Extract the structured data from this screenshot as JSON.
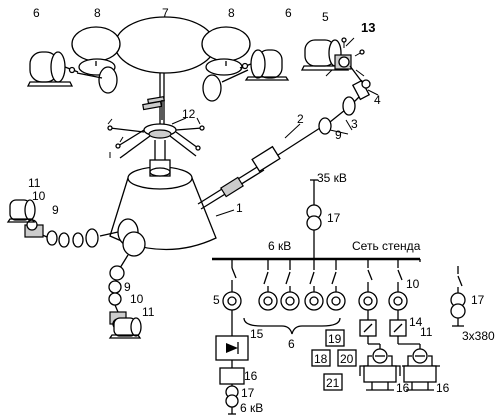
{
  "labels": {
    "num_1": "1",
    "num_2": "2",
    "num_3": "3",
    "num_4": "4",
    "num_5_motor": "5",
    "num_6_left": "6",
    "num_6_right": "6",
    "num_7": "7",
    "num_8_left": "8",
    "num_8_right": "8",
    "num_9_upper": "9",
    "num_9_left": "9",
    "num_9_lower": "9",
    "num_10_left": "10",
    "num_10_lower": "10",
    "num_11_left": "11",
    "num_11_lower": "11",
    "num_12": "12",
    "num_13": "13"
  },
  "electrical": {
    "v35": "35 кВ",
    "v6_top": "6 кВ",
    "network": "Сеть стенда",
    "v6_bottom": "6 кВ",
    "v3x380": "3x380",
    "n17_top": "17",
    "n17_right": "17",
    "n17_bottom": "17",
    "n5": "5",
    "n6": "6",
    "n10": "10",
    "n11": "11",
    "n14": "14",
    "n15": "15",
    "n16_left": "16",
    "n16_mid": "16",
    "n16_right": "16",
    "n18": "18",
    "n19": "19",
    "n20": "20",
    "n21": "21"
  }
}
